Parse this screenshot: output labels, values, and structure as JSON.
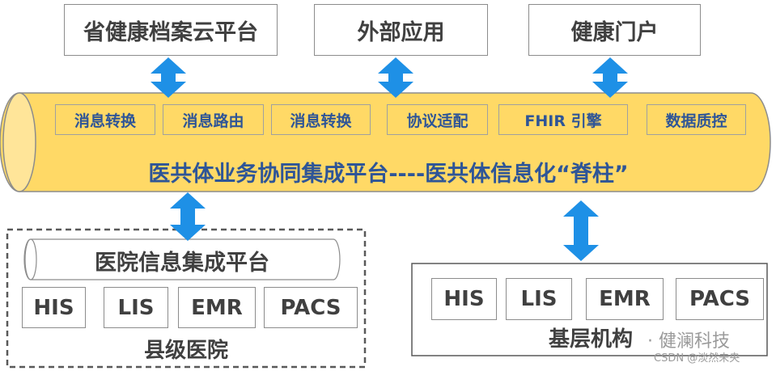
{
  "top_systems": [
    "省健康档案云平台",
    "外部应用",
    "健康门户"
  ],
  "platform": {
    "modules": [
      "消息转换",
      "消息路由",
      "消息转换",
      "协议适配",
      "FHIR 引擎",
      "数据质控"
    ],
    "label": "医共体业务协同集成平台----医共体信息化“脊柱”"
  },
  "county_hospital": {
    "platform_label": "医院信息集成平台",
    "systems": [
      "HIS",
      "LIS",
      "EMR",
      "PACS"
    ],
    "label": "县级医院"
  },
  "primary_institutions": {
    "systems": [
      "HIS",
      "LIS",
      "EMR",
      "PACS"
    ],
    "label": "基层机构"
  },
  "watermark": {
    "brand": "· 健澜科技",
    "csdn": "CSDN @淡然未央"
  },
  "colors": {
    "platform_fill": "#ffd966",
    "arrow": "#1e90e6",
    "module_text": "#2e5597"
  }
}
